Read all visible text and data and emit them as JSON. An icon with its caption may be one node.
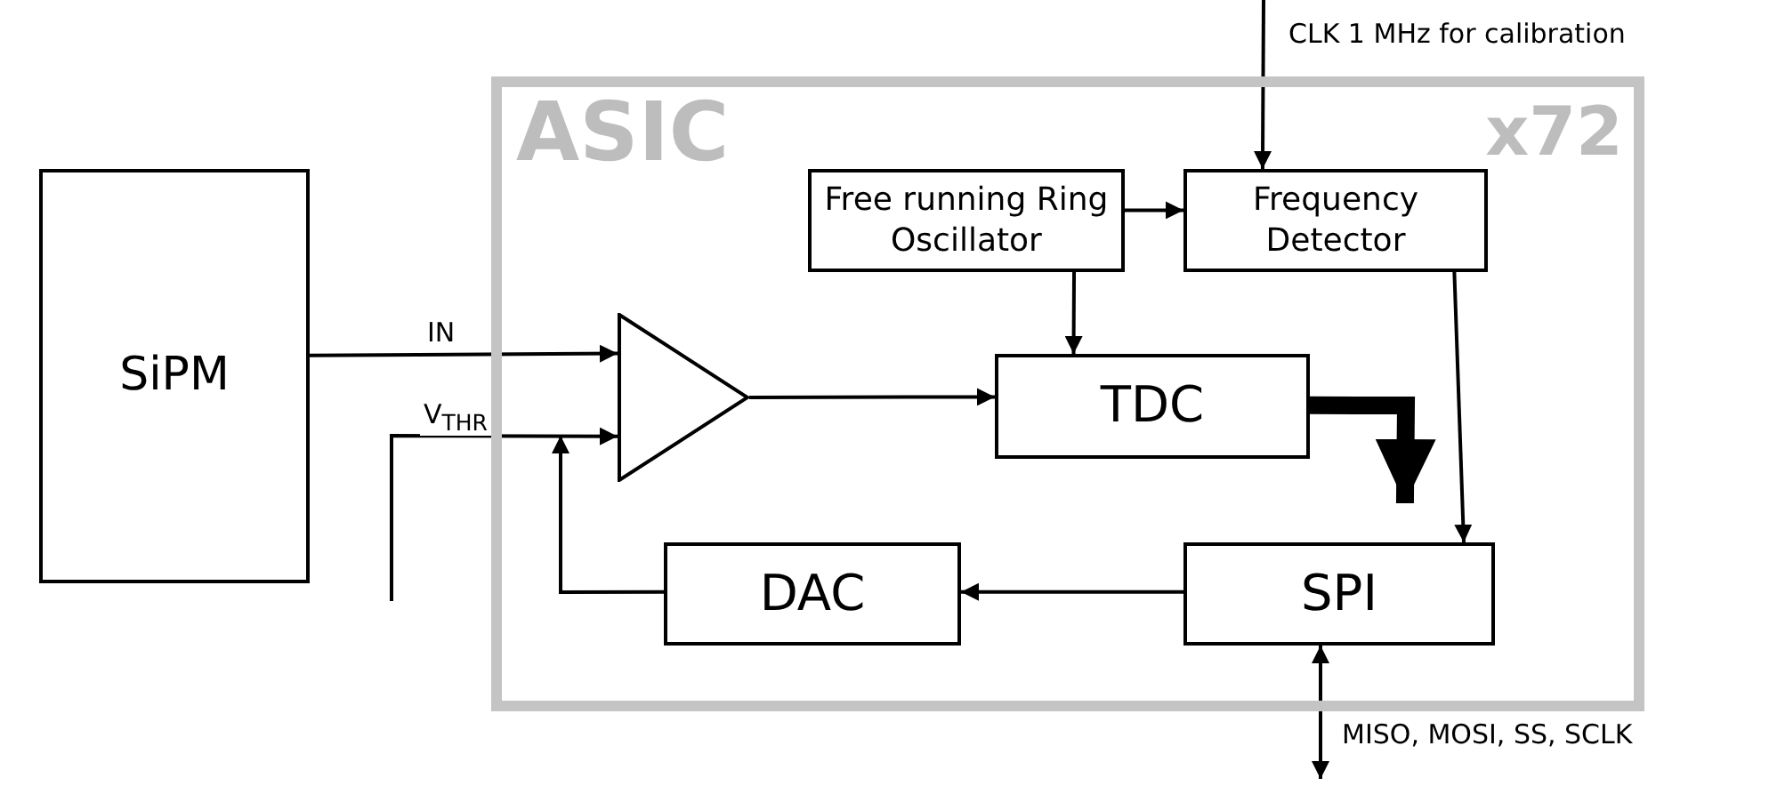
{
  "diagram": {
    "nodes": [
      {
        "text": [
          "SiPM"
        ]
      },
      {
        "text": [
          "ASIC",
          "x72"
        ]
      },
      {
        "text": [
          "Free running Ring Oscillator"
        ],
        "in": 1
      },
      {
        "text": [
          "Frequency Detector"
        ],
        "in": 1
      },
      {
        "text": [],
        "shape": "triangle",
        "in": 1
      },
      {
        "text": [
          "TDC"
        ],
        "in": 1
      },
      {
        "text": [
          "DAC"
        ],
        "in": 1
      },
      {
        "text": [
          "SPI"
        ],
        "in": 1
      }
    ],
    "edges": [
      {
        "from": null,
        "to": 3,
        "arrow": "to",
        "label": "CLK 1 MHz for calibration"
      },
      {
        "from": 2,
        "to": 3,
        "arrow": "to"
      },
      {
        "from": 2,
        "to": 5,
        "arrow": "to"
      },
      {
        "from": 0,
        "to": 4,
        "arrow": "to",
        "label": "IN"
      },
      {
        "from": null,
        "to": 4,
        "arrow": "to",
        "label": "V$_{THR}$"
      },
      {
        "from": 6,
        "to": 4,
        "arrow": "to"
      },
      {
        "from": 4,
        "to": 5,
        "arrow": "to"
      },
      {
        "from": 5,
        "to": 7,
        "arrow": "to",
        "style": "thick"
      },
      {
        "from": 3,
        "to": 7,
        "arrow": "to"
      },
      {
        "from": 7,
        "to": 6,
        "arrow": "to"
      },
      {
        "from": 7,
        "to": null,
        "arrow": "both",
        "label": "MISO, MOSI, SS, SCLK"
      }
    ]
  }
}
